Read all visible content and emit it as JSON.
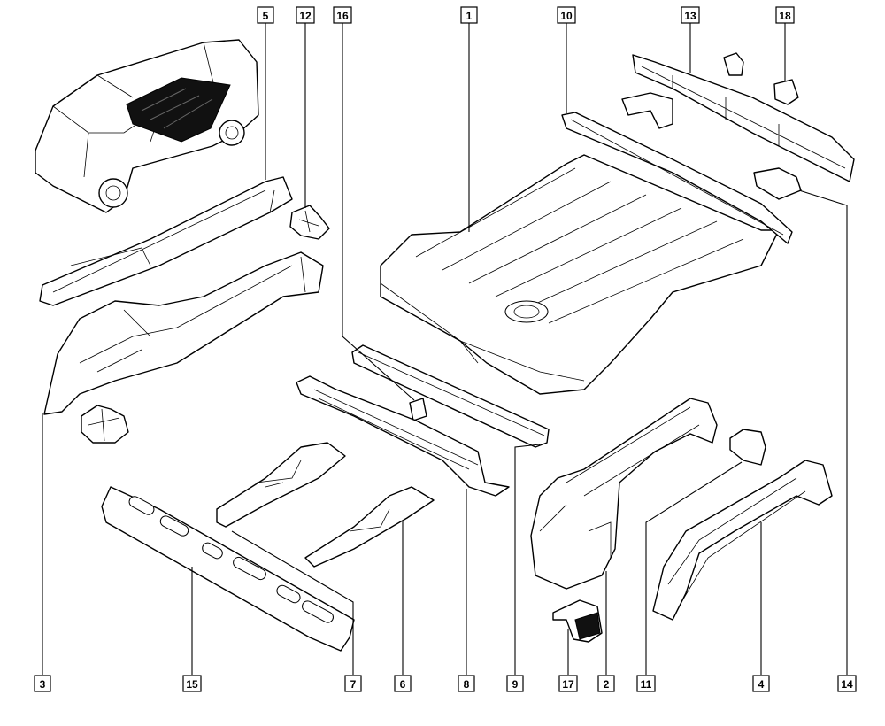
{
  "diagram": {
    "type": "exploded parts diagram - vehicle floor panels and members",
    "callouts": [
      {
        "label": "5"
      },
      {
        "label": "12"
      },
      {
        "label": "16"
      },
      {
        "label": "1"
      },
      {
        "label": "10"
      },
      {
        "label": "13"
      },
      {
        "label": "18"
      },
      {
        "label": "3"
      },
      {
        "label": "15"
      },
      {
        "label": "7"
      },
      {
        "label": "6"
      },
      {
        "label": "8"
      },
      {
        "label": "9"
      },
      {
        "label": "17"
      },
      {
        "label": "2"
      },
      {
        "label": "11"
      },
      {
        "label": "4"
      },
      {
        "label": "14"
      }
    ]
  }
}
